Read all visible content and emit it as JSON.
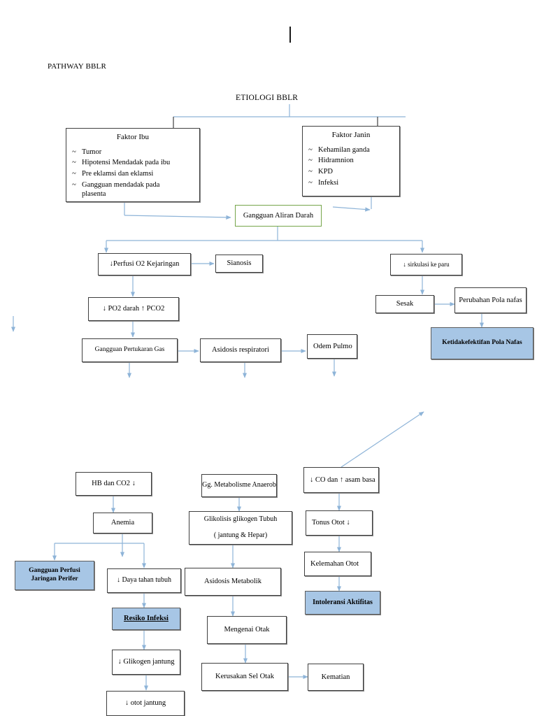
{
  "page": {
    "title": "PATHWAY BBLR",
    "root_label": "ETIOLOGI BBLR",
    "caret_name": "text-cursor"
  },
  "colors": {
    "connector": "#8eb4d8",
    "box_border": "#3f3f3f",
    "green_border": "#76a54a",
    "diagnosis_fill": "#a7c6e5",
    "text": "#000000"
  },
  "factor_boxes": [
    {
      "id": "faktor-ibu",
      "title": "Faktor Ibu",
      "bullet": "~",
      "items": [
        "Tumor",
        "Hipotensi Mendadak pada ibu",
        "Pre eklamsi dan eklamsi",
        "Gangguan mendadak pada plasenta"
      ]
    },
    {
      "id": "faktor-janin",
      "title": "Faktor Janin",
      "bullet": "~",
      "items": [
        "Kehamilan ganda",
        "Hidramnion",
        "KPD",
        "Infeksi"
      ]
    }
  ],
  "nodes": {
    "gangguan_aliran_darah": "Gangguan Aliran Darah",
    "perfusi_o2": "↓Perfusi O2 Kejaringan",
    "sianosis": "Sianosis",
    "po2_pco2": "↓ PO2 darah ↑ PCO2",
    "sirkulasi_paru": "↓ sirkulasi ke paru",
    "sesak": "Sesak",
    "perubahan_pola_nafas": "Perubahan Pola nafas",
    "ketidakefektifan_pola_nafas": "Ketidakefektifan Pola Nafas",
    "gangguan_pertukaran_gas": "Gangguan Pertukaran Gas",
    "asidosis_respiratori": "Asidosis respiratori",
    "odem_pulmo": "Odem Pulmo",
    "hb_co2": "HB dan CO2 ↓",
    "anemia": "Anemia",
    "gangguan_perfusi_perifer": "Gangguan Perfusi Jaringan Perifer",
    "daya_tahan_tubuh": "↓ Daya tahan tubuh",
    "resiko_infeksi": "Resiko Infeksi",
    "glikogen_jantung": "↓ Glikogen jantung",
    "otot_jantung": "↓ otot jantung",
    "gg_metabolisme_anaerob": "Gg. Metabolisme Anaerob",
    "glikolisis_line1": "Glikolisis glikogen Tubuh",
    "glikolisis_line2": "( jantung & Hepar)",
    "asidosis_metabolik": "Asidosis Metabolik",
    "mengenai_otak": "Mengenai Otak",
    "kerusakan_sel_otak": "Kerusakan Sel Otak",
    "kematian": "Kematian",
    "co_asam_basa": "↓ CO  dan ↑  asam basa",
    "tonus_otot": "Tonus Otot ↓",
    "kelemahan_otot": "Kelemahan Otot",
    "intoleransi_aktifitas": "Intoleransi Aktifitas"
  }
}
